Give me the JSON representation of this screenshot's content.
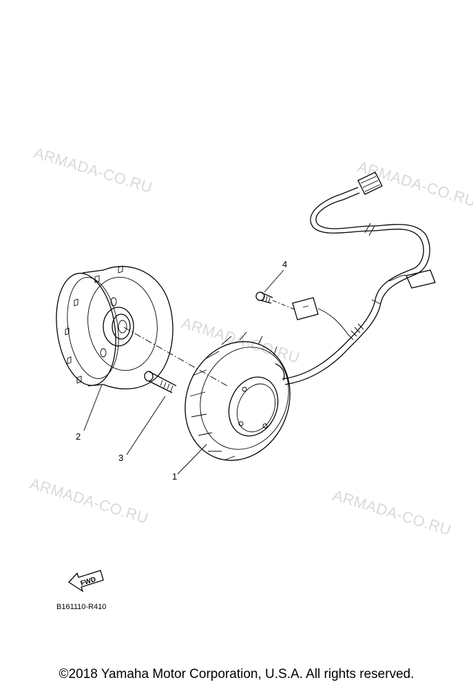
{
  "watermark": "ARMADA-CO.RU",
  "callouts": [
    "1",
    "2",
    "3",
    "4"
  ],
  "fwd_label": "FWD",
  "diagram_code": "B161110-R410",
  "copyright": "©2018 Yamaha Motor Corporation, U.S.A. All rights reserved."
}
